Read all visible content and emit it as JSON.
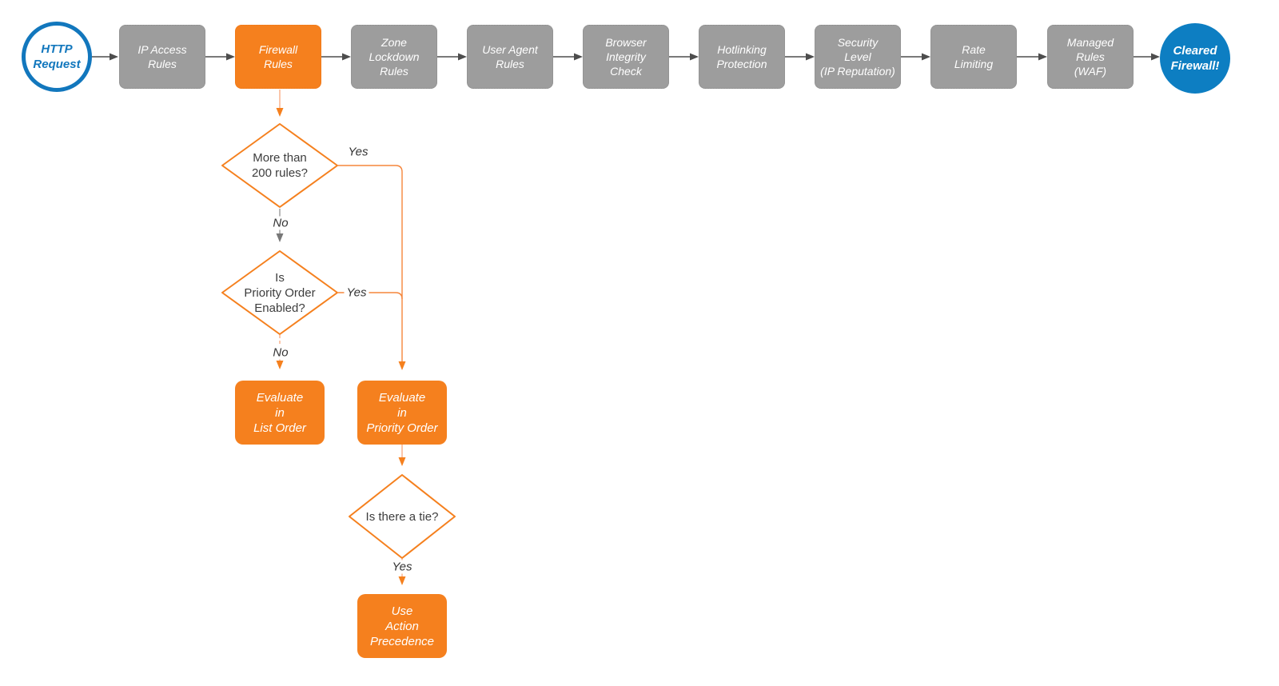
{
  "colors": {
    "accent_orange": "#f5801e",
    "accent_blue": "#1277bd",
    "end_blue": "#0d7ec2",
    "step_gray": "#9d9d9d",
    "connector_dark": "#4d4d4d"
  },
  "pipeline": {
    "start_label": "HTTP\nRequest",
    "steps": [
      {
        "label": "IP Access\nRules",
        "highlighted": false
      },
      {
        "label": "Firewall\nRules",
        "highlighted": true
      },
      {
        "label": "Zone\nLockdown\nRules",
        "highlighted": false
      },
      {
        "label": "User Agent\nRules",
        "highlighted": false
      },
      {
        "label": "Browser\nIntegrity\nCheck",
        "highlighted": false
      },
      {
        "label": "Hotlinking\nProtection",
        "highlighted": false
      },
      {
        "label": "Security\nLevel\n(IP Reputation)",
        "highlighted": false
      },
      {
        "label": "Rate\nLimiting",
        "highlighted": false
      },
      {
        "label": "Managed\nRules\n(WAF)",
        "highlighted": false
      }
    ],
    "end_label": "Cleared\nFirewall!"
  },
  "firewall_branch": {
    "decision_rule_count": {
      "question": "More than\n200 rules?",
      "yes_label": "Yes",
      "no_label": "No"
    },
    "decision_priority_order": {
      "question": "Is\nPriority Order\nEnabled?",
      "yes_label": "Yes",
      "no_label": "No"
    },
    "evaluate_list_order": "Evaluate\nin\nList Order",
    "evaluate_priority_order": "Evaluate\nin\nPriority Order",
    "decision_tie": {
      "question": "Is there a tie?",
      "yes_label": "Yes"
    },
    "use_action_precedence": "Use\nAction\nPrecedence"
  }
}
